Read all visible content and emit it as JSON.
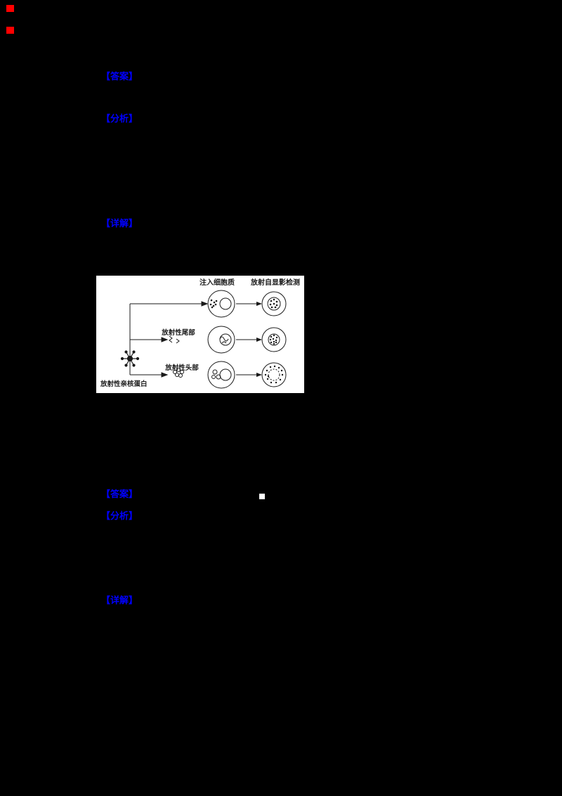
{
  "colors": {
    "page_bg": "#000000",
    "label_blue": "#0000ff",
    "marker_red": "#ff0000",
    "diagram_bg": "#ffffff",
    "diagram_ink": "#1a1a1a"
  },
  "answer_blocks": {
    "q1_answer": "【答案】",
    "q1_analysis": "【分析】",
    "q1_detail": "【详解】",
    "q2_answer": "【答案】",
    "q2_analysis": "【分析】",
    "q2_detail": "【详解】"
  },
  "diagram": {
    "label_inject_cytoplasm": "注入细胞质",
    "label_autoradiography": "放射自显影检测",
    "label_radioactive_tail": "放射性尾部",
    "label_radioactive_head": "放射性头部",
    "label_radioactive_protein": "放射性亲核蛋白"
  }
}
